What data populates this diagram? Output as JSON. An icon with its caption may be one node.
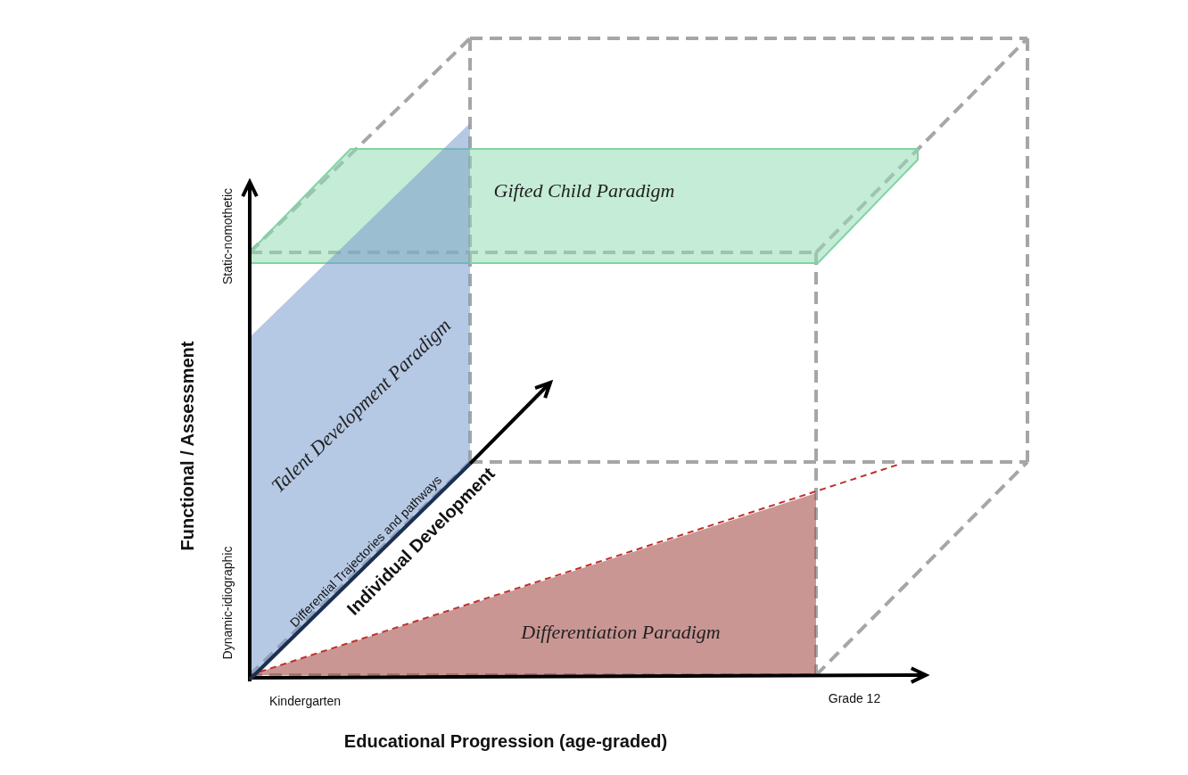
{
  "diagram": {
    "nodes": [
      {
        "text": [
          "Gifted Child Paradigm"
        ]
      },
      {
        "text": [
          "Talent Development Paradigm"
        ]
      },
      {
        "text": [
          "Differentiation Paradigm"
        ]
      }
    ],
    "labels": [
      "Static-nomothetic",
      "Functional / Assessment",
      "Dynamic-idiographic",
      "Differential Trajectories and pathways",
      "Individual Development",
      "Kindergarten",
      "Grade 12",
      "Educational Progression (age-graded)"
    ]
  }
}
